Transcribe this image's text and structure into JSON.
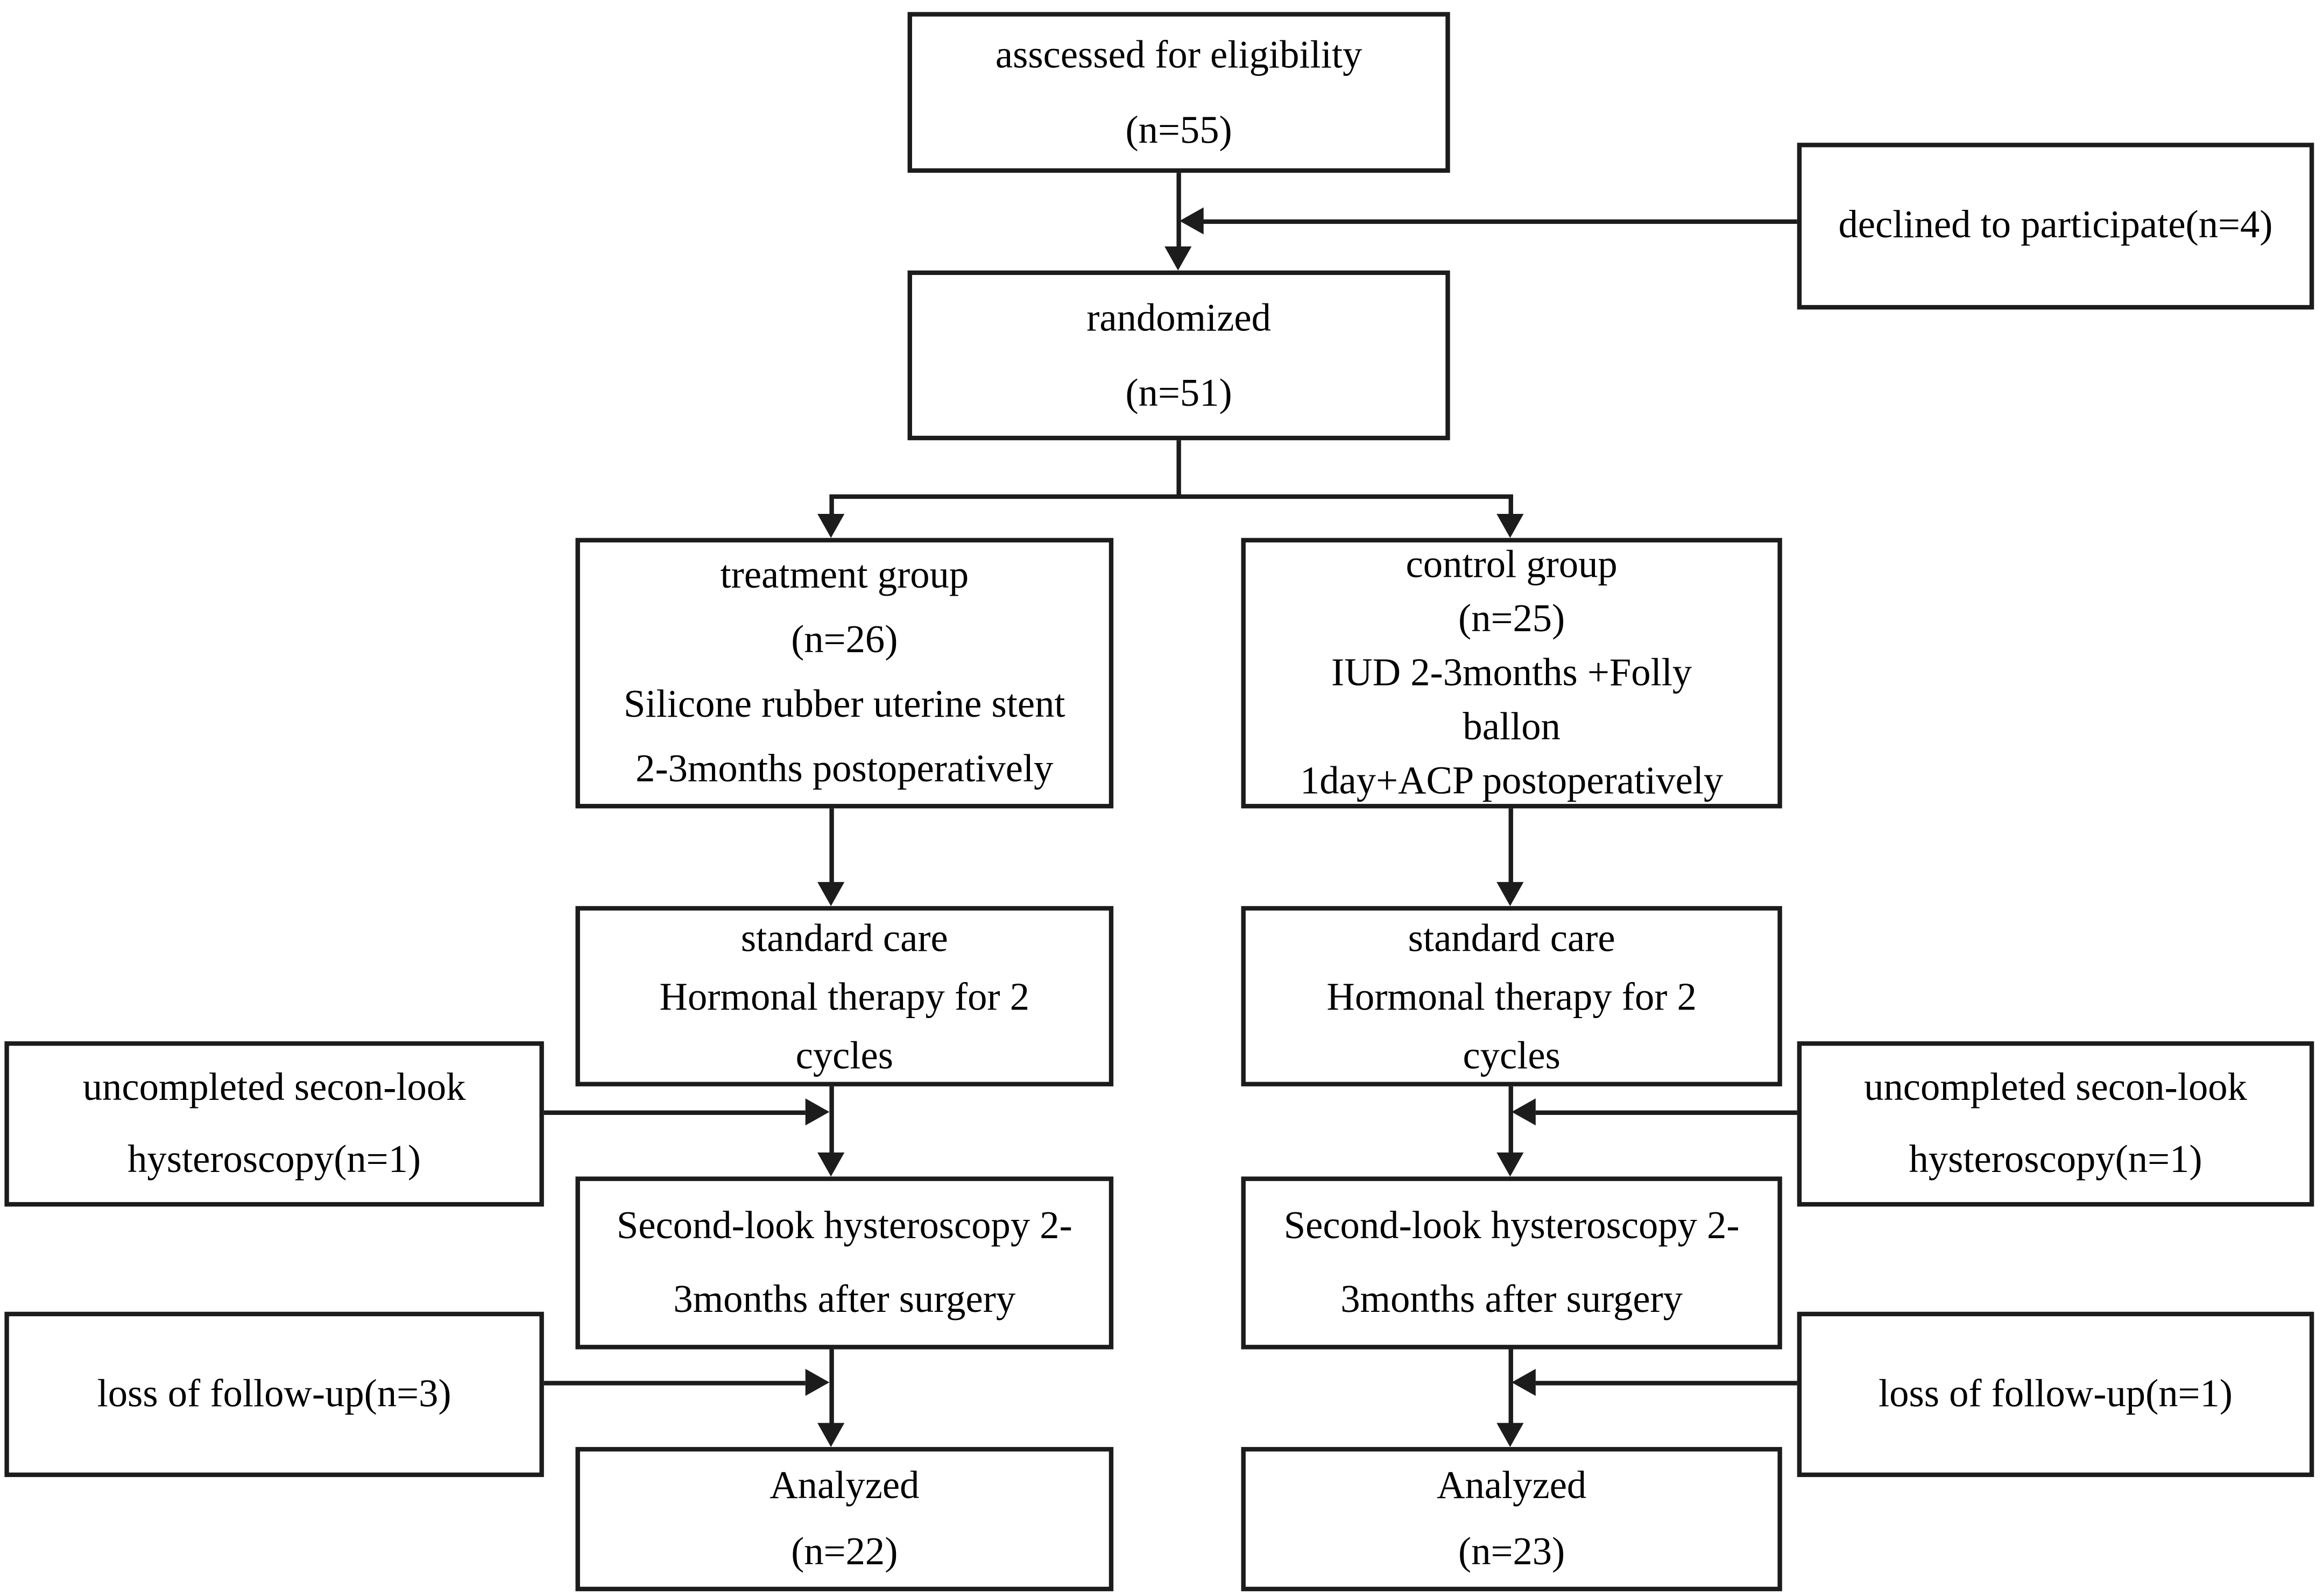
{
  "figure": {
    "type": "consort-flow-diagram",
    "colors": {
      "line": "#1c1c1c",
      "background": "#ffffff",
      "text": "#000000"
    },
    "boxes": {
      "eligibility": {
        "line1": "asscessed for eligibility",
        "line2": "(n=55)"
      },
      "declined": {
        "line1": "declined to participate(n=4)"
      },
      "randomized": {
        "line1": "randomized",
        "line2": "(n=51)"
      },
      "treatment": {
        "line1": "treatment group",
        "line2": "(n=26)",
        "line3": "Silicone rubber uterine stent",
        "line4": "2-3months postoperatively"
      },
      "control": {
        "line1": "control group",
        "line2": "(n=25)",
        "line3": "IUD  2-3months +Folly",
        "line4": "ballon",
        "line5": "1day+ACP postoperatively"
      },
      "standard_care_left": {
        "line1": "standard care",
        "line2": "Hormonal therapy for 2",
        "line3": "cycles"
      },
      "standard_care_right": {
        "line1": "standard care",
        "line2": "Hormonal therapy for 2",
        "line3": "cycles"
      },
      "uncompleted_left": {
        "line1": "uncompleted secon-look",
        "line2": "hysteroscopy(n=1)"
      },
      "uncompleted_right": {
        "line1": "uncompleted secon-look",
        "line2": "hysteroscopy(n=1)"
      },
      "second_look_left": {
        "line1": "Second-look hysteroscopy 2-",
        "line2": "3months after surgery"
      },
      "second_look_right": {
        "line1": "Second-look hysteroscopy 2-",
        "line2": "3months after surgery"
      },
      "loss_left": {
        "line1": "loss of follow-up(n=3)"
      },
      "loss_right": {
        "line1": "loss of follow-up(n=1)"
      },
      "analyzed_left": {
        "line1": "Analyzed",
        "line2": "(n=22)"
      },
      "analyzed_right": {
        "line1": "Analyzed",
        "line2": "(n=23)"
      }
    }
  }
}
